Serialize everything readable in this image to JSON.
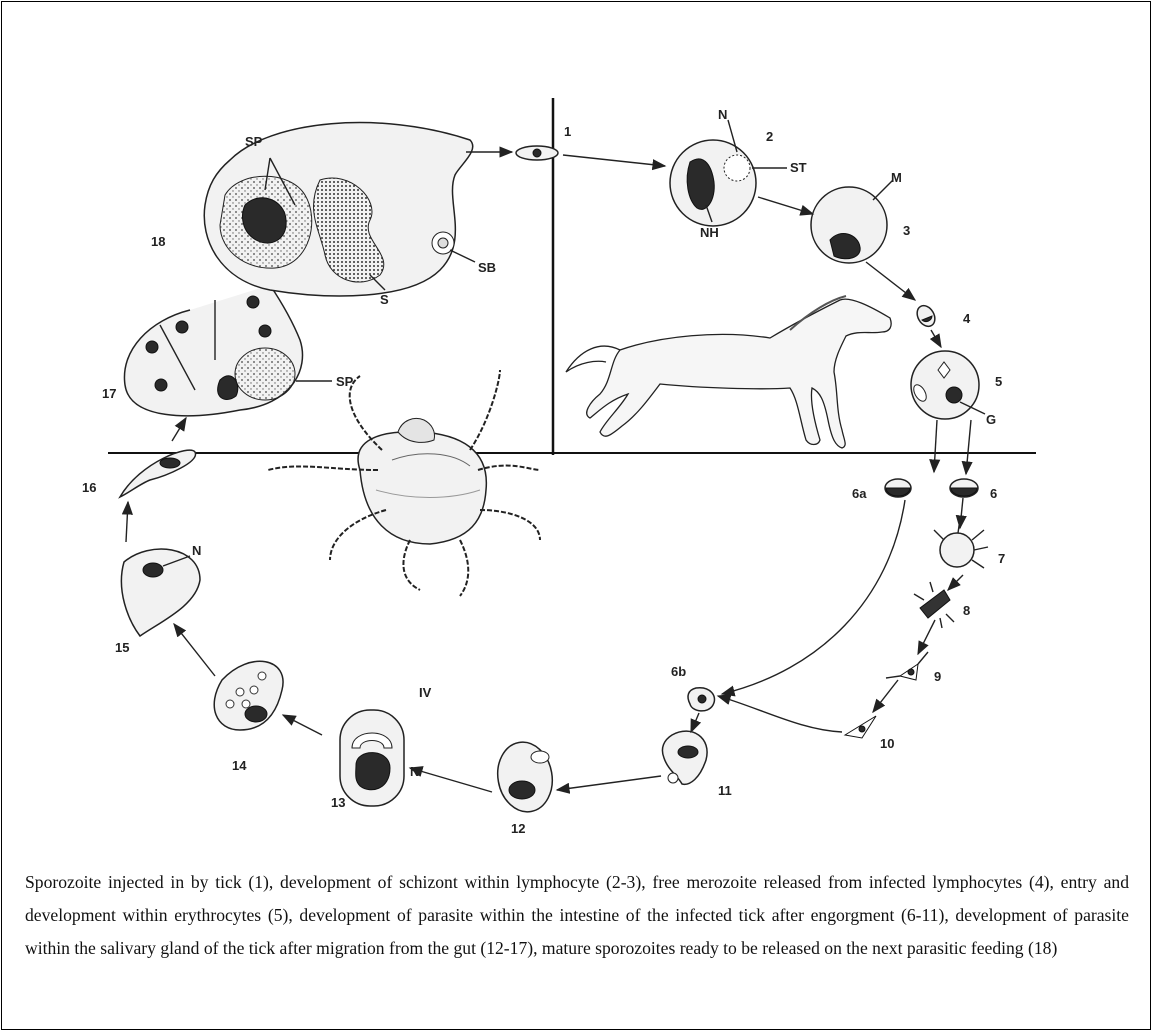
{
  "figure": {
    "stage_labels": [
      "1",
      "2",
      "3",
      "4",
      "5",
      "6a",
      "6",
      "7",
      "8",
      "9",
      "10",
      "6b",
      "11",
      "12",
      "13",
      "14",
      "15",
      "16",
      "17",
      "18"
    ],
    "part_labels": {
      "n_stage2": "N",
      "st": "ST",
      "nh": "NH",
      "m": "M",
      "g": "G",
      "sp_stage18": "SP",
      "sb": "SB",
      "s": "S",
      "sp_stage17": "SP",
      "n_stage15": "N",
      "iv": "IV",
      "n_stage13": "N"
    },
    "hosts": [
      "horse-illustration",
      "tick-illustration"
    ]
  },
  "caption": "Sporozoite injected in by tick (1), development of schizont within lymphocyte (2-3), free merozoite released from infected lymphocytes (4), entry and development within erythrocytes (5), development of parasite within the intestine of the infected tick after engorgment (6-11), development of parasite within the salivary gland of the tick after migration from the gut (12-17), mature sporozoites ready to be released on the next parasitic feeding (18)"
}
